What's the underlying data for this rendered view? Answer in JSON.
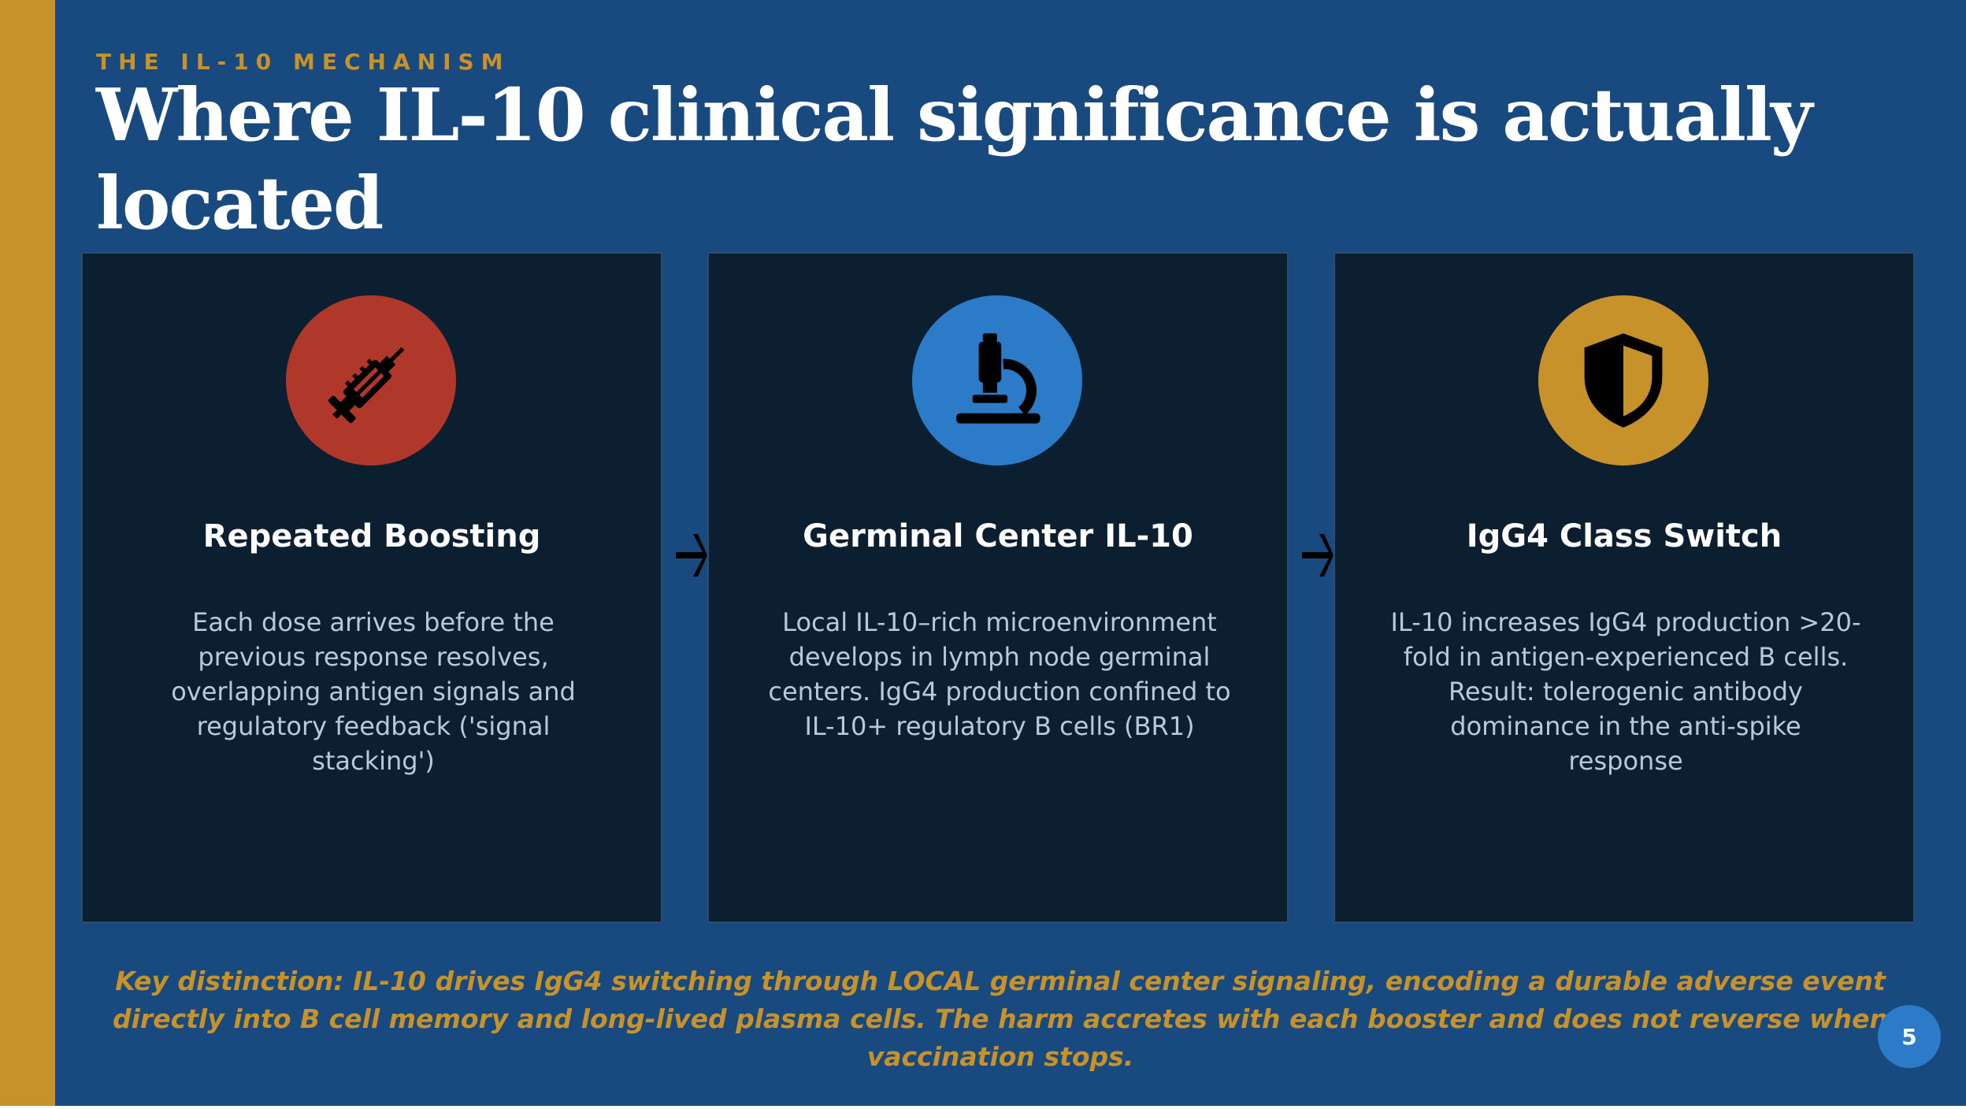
{
  "slide": {
    "eyebrow": "THE IL-10 MECHANISM",
    "title": "Where IL-10 clinical significance is actually located",
    "page_number": "5"
  },
  "cards": [
    {
      "icon": "syringe-icon",
      "icon_color": "#b0382b",
      "title": "Repeated Boosting",
      "body": "Each dose arrives before the previous response resolves, overlapping antigen signals and regulatory feedback ('signal stacking')"
    },
    {
      "icon": "microscope-icon",
      "icon_color": "#2b7bc8",
      "title": "Germinal Center IL-10",
      "body": "Local IL-10–rich microenvironment develops in lymph node germinal centers. IgG4 production confined to IL-10+ regulatory B cells (BR1)"
    },
    {
      "icon": "shield-icon",
      "icon_color": "#c8922a",
      "title": "IgG4 Class Switch",
      "body": "IL-10 increases IgG4 production >20-fold in antigen-experienced B cells. Result: tolerogenic antibody dominance in the anti-spike response"
    }
  ],
  "callout": "Key distinction: IL-10 drives IgG4 switching through LOCAL germinal center signaling, encoding a durable adverse event directly into B cell memory and long-lived plasma cells. The harm accretes with each booster and does not reverse when vaccination stops.",
  "colors": {
    "background": "#184a80",
    "accent": "#c8922a",
    "card": "#0c1f31"
  }
}
